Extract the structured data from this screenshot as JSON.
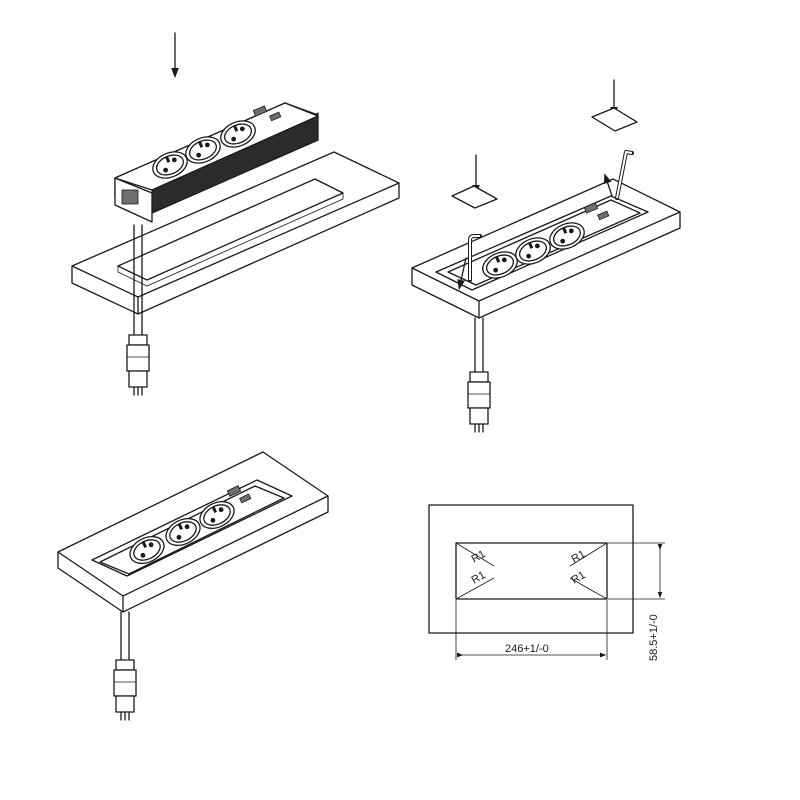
{
  "drawing": {
    "dimensions": {
      "width_label": "246+1/-0",
      "height_label": "58.5+1/-0",
      "radius_label": "R1"
    },
    "colors": {
      "line": "#1a1a1a",
      "body_dark": "#2b2b2b",
      "background": "#ffffff"
    },
    "icons": [
      "down-arrow-icon",
      "socket-icon",
      "usb-port-icon",
      "hex-key-icon",
      "connector-plug-icon"
    ]
  }
}
